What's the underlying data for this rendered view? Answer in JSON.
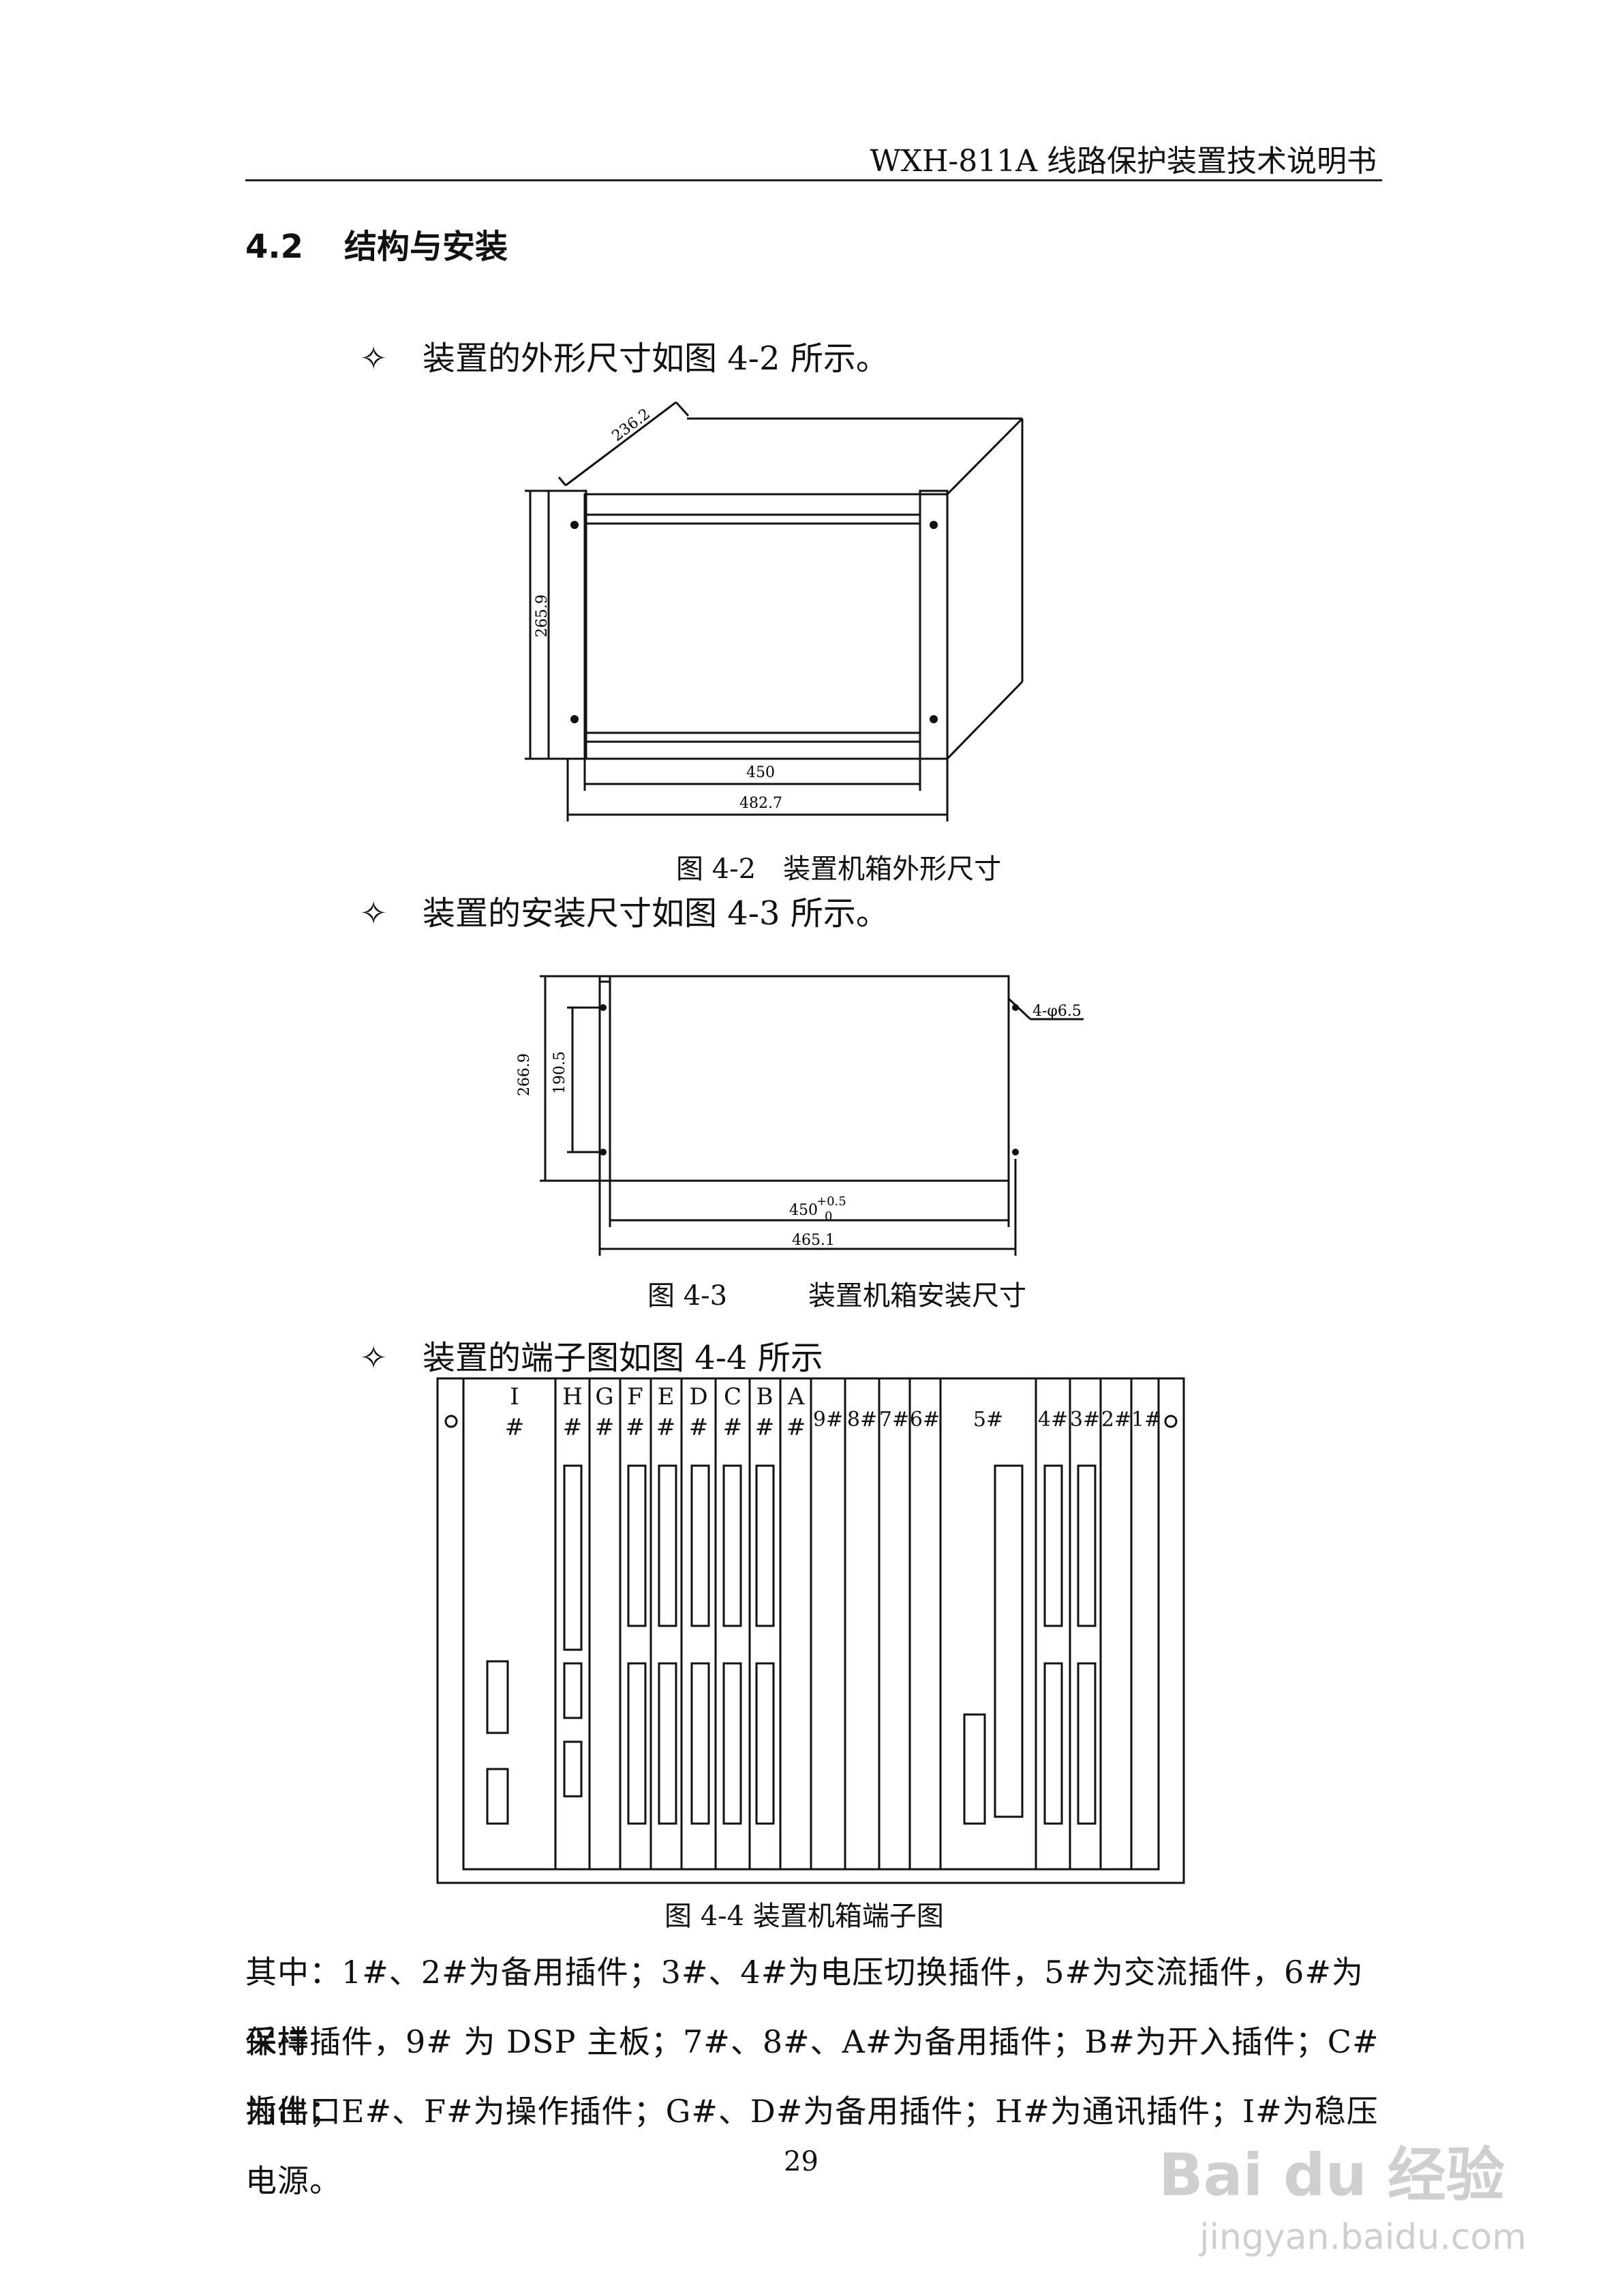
{
  "header": {
    "title": "WXH-811A 线路保护装置技术说明书"
  },
  "section": {
    "number": "4.2",
    "title": "结构与安装"
  },
  "bullets": [
    {
      "mark": "✧",
      "text": "装置的外形尺寸如图 4-2 所示。"
    },
    {
      "mark": "✧",
      "text": "装置的安装尺寸如图 4-3 所示。"
    },
    {
      "mark": "✧",
      "text": "装置的端子图如图 4-4 所示"
    }
  ],
  "figures": {
    "fig42": {
      "caption": "图 4-2　装置机箱外形尺寸",
      "dims": {
        "depth": "236.2",
        "height": "265.9",
        "inner_width": "450",
        "outer_width": "482.7"
      }
    },
    "fig43": {
      "caption_num": "图 4-3",
      "caption_text": "装置机箱安装尺寸",
      "dims": {
        "height": "266.9",
        "hole_spacing": "190.5",
        "hole": "4-φ6.5",
        "width": "450",
        "tol_upper": "+0.5",
        "tol_lower": "0",
        "outer_width": "465.1"
      }
    },
    "fig44": {
      "caption": "图 4-4 装置机箱端子图",
      "slots": {
        "I": "I",
        "H": "H",
        "G": "G",
        "F": "F",
        "E": "E",
        "D": "D",
        "C": "C",
        "B": "B",
        "A": "A",
        "hash": "#",
        "s9": "9#",
        "s8": "8#",
        "s7": "7#",
        "s6": "6#",
        "s5": "5#",
        "s4": "4#",
        "s3": "3#",
        "s2": "2#",
        "s1": "1#"
      }
    }
  },
  "paragraph": {
    "line1": "其中：1#、2#为备用插件；3#、4#为电压切换插件，5#为交流插件，6#为采样",
    "line2": "保持插件，9# 为 DSP 主板；7#、8#、A#为备用插件；B#为开入插件；C#为出口",
    "line3": "插件；E#、F#为操作插件；G#、D#为备用插件；H#为通讯插件；I#为稳压电源。"
  },
  "page_number": "29",
  "watermark": {
    "brand": "Bai du 经验",
    "url": "jingyan.baidu.com"
  }
}
